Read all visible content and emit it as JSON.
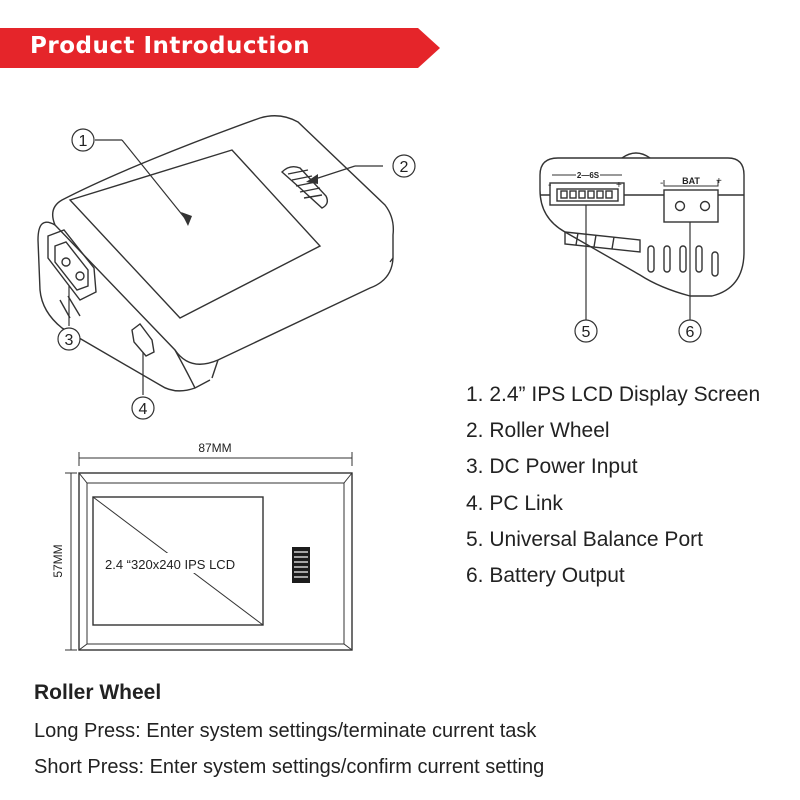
{
  "banner": {
    "title": "Product Introduction",
    "color": "#e5252a"
  },
  "callouts": [
    "1",
    "2",
    "3",
    "4",
    "5",
    "6"
  ],
  "ports": {
    "balance_label": "2—6S",
    "battery_label": "BAT",
    "minus": "-",
    "plus": "+"
  },
  "dimensions": {
    "width": "87MM",
    "height": "57MM",
    "lcd": "2.4 “320x240 IPS LCD"
  },
  "legend": [
    "1. 2.4” IPS LCD Display Screen",
    "2. Roller Wheel",
    "3. DC Power Input",
    "4. PC Link",
    "5. Universal Balance Port",
    "6. Battery Output"
  ],
  "roller_wheel": {
    "title": "Roller Wheel",
    "long_press": "Long Press: Enter system settings/terminate current task",
    "short_press": "Short Press: Enter system settings/confirm current setting"
  }
}
